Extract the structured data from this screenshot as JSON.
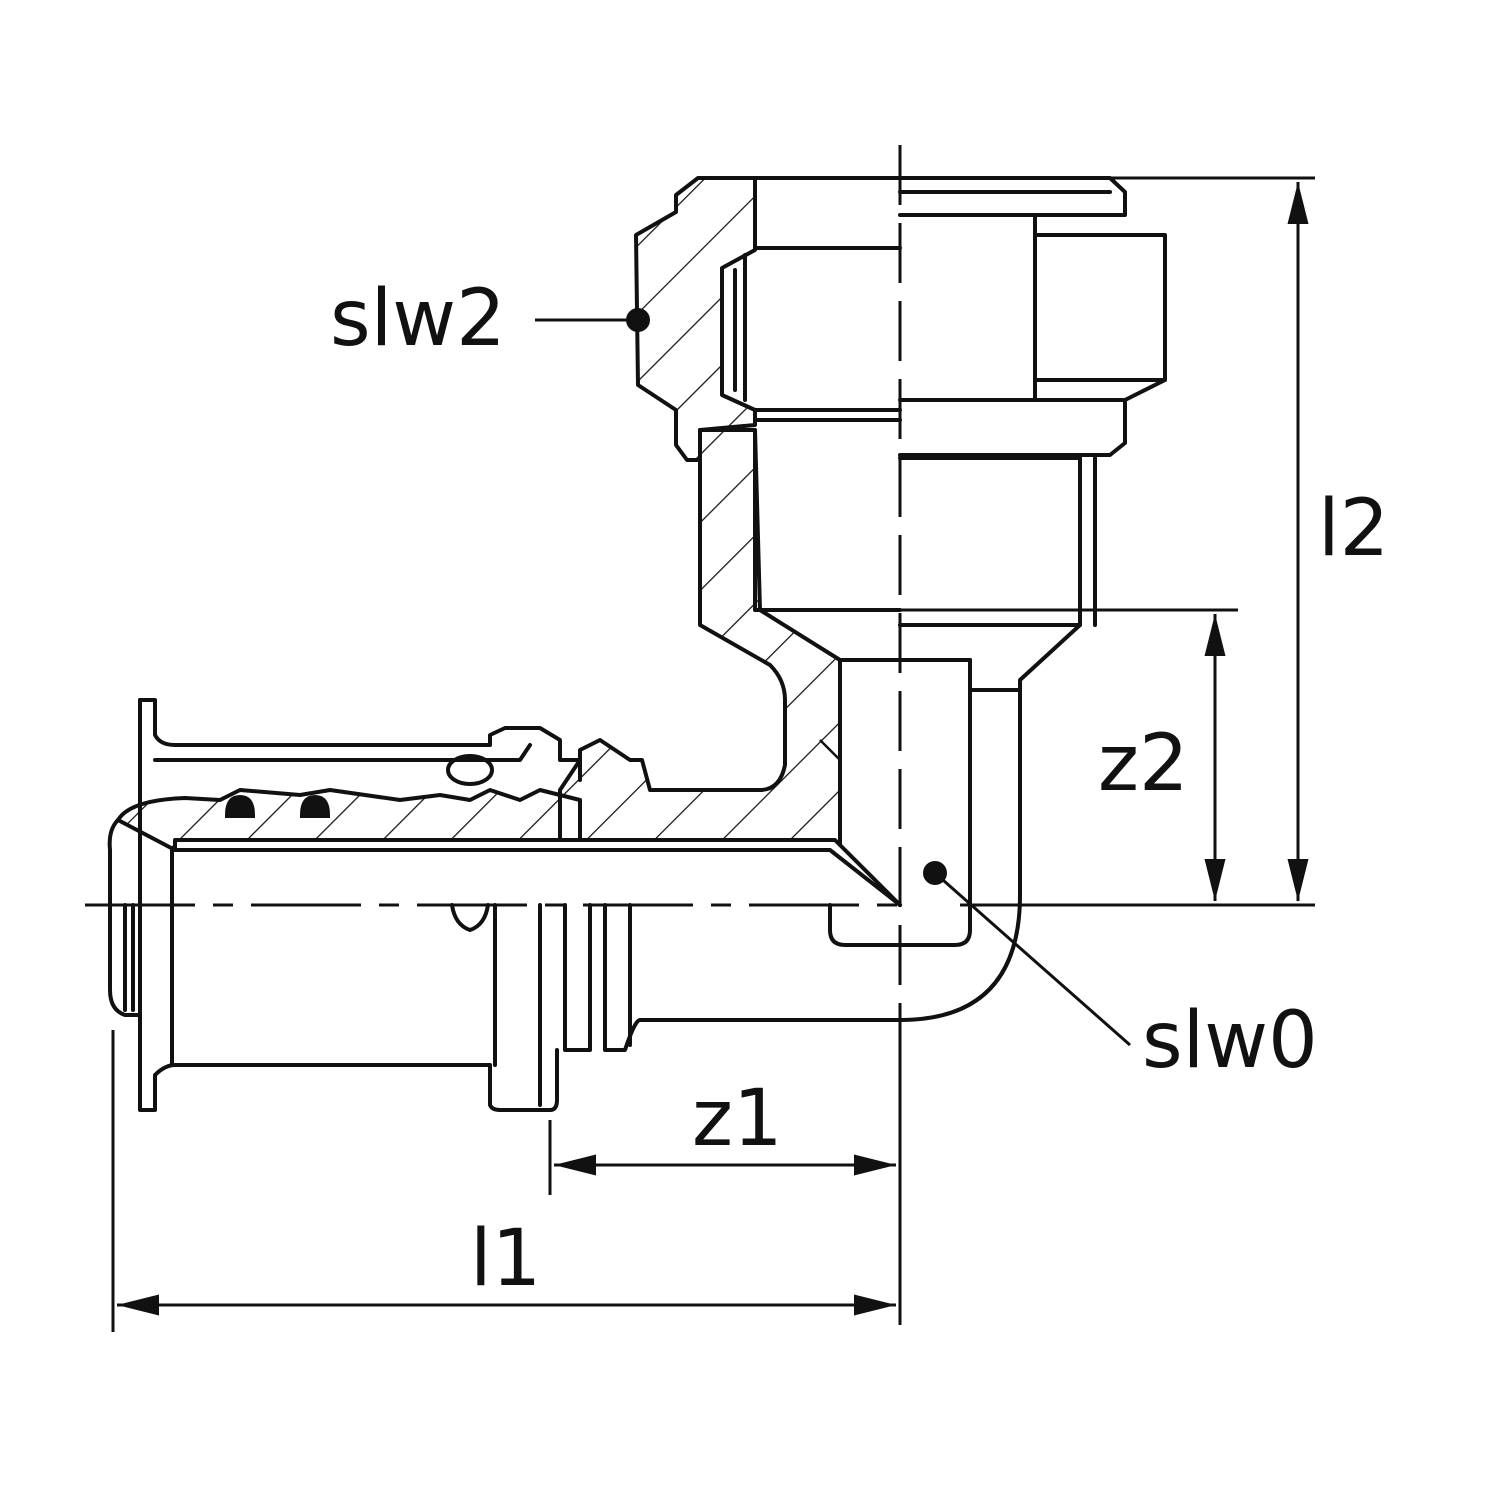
{
  "title": "Elbow fitting with union nut - dimension drawing",
  "labels": {
    "slw2": "slw2",
    "l2": "l2",
    "z2": "z2",
    "slw0": "slw0",
    "z1": "z1",
    "l1": "l1"
  },
  "colors": {
    "line": "#111111",
    "background": "#ffffff"
  }
}
